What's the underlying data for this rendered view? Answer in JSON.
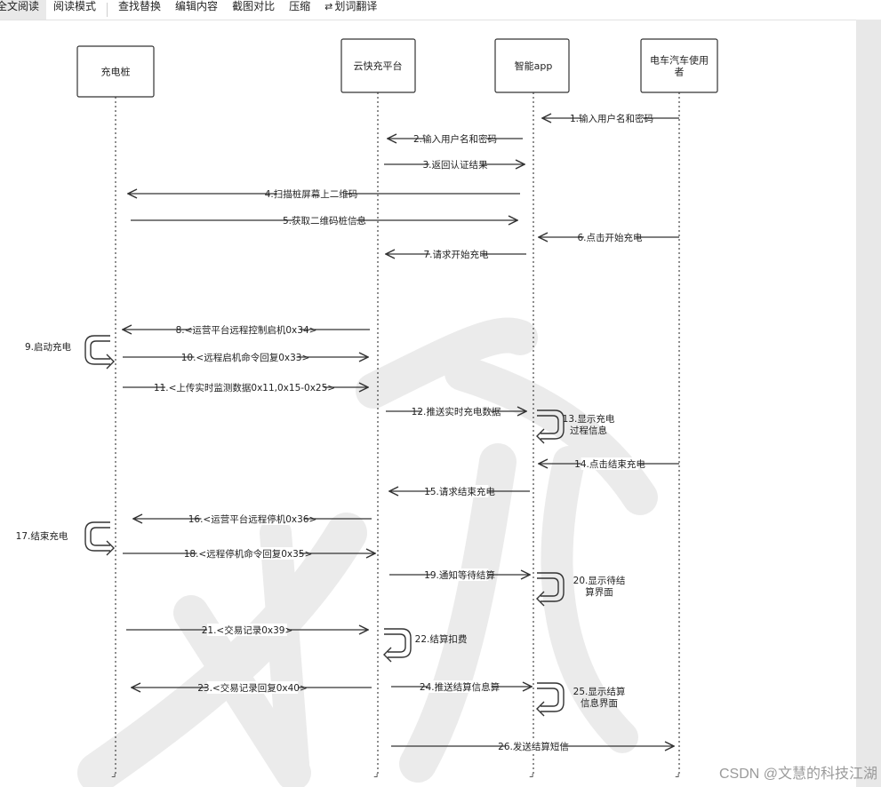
{
  "toolbar": {
    "items": [
      "全文阅读",
      "阅读模式",
      "查找替换",
      "编辑内容",
      "截图对比",
      "压缩",
      "划词翻译"
    ],
    "active_index": 0
  },
  "participants": [
    {
      "label": "充电桩"
    },
    {
      "label": "云快充平台"
    },
    {
      "label": "智能app"
    },
    {
      "label": "电车汽车使用\n者"
    }
  ],
  "messages": [
    "1.输入用户名和密码",
    "2.输入用户名和密码",
    "3.返回认证结果",
    "4.扫描桩屏幕上二维码",
    "5.获取二维码桩信息",
    "6.点击开始充电",
    "7.请求开始充电",
    "8.<运营平台远程控制启机0x34>",
    "10.<远程启机命令回复0x33>",
    "11.<上传实时监测数据0x11,0x15-0x25>",
    "12.推送实时充电数据",
    "14.点击结束充电",
    "15.请求结束充电",
    "16.<运营平台远程停机0x36>",
    "18.<远程停机命令回复0x35>",
    "19.通知等待结算",
    "21.<交易记录0x39>",
    "23.<交易记录回复0x40>",
    "24.推送结算信息算",
    "26.发送结算短信"
  ],
  "self_notes": [
    "9.启动充电",
    "13.显示充电\n过程信息",
    "17.结束充电",
    "20.显示待结\n算界面",
    "22.结算扣费",
    "25.显示结算\n信息界面"
  ],
  "watermark": "CSDN @文慧的科技江湖"
}
